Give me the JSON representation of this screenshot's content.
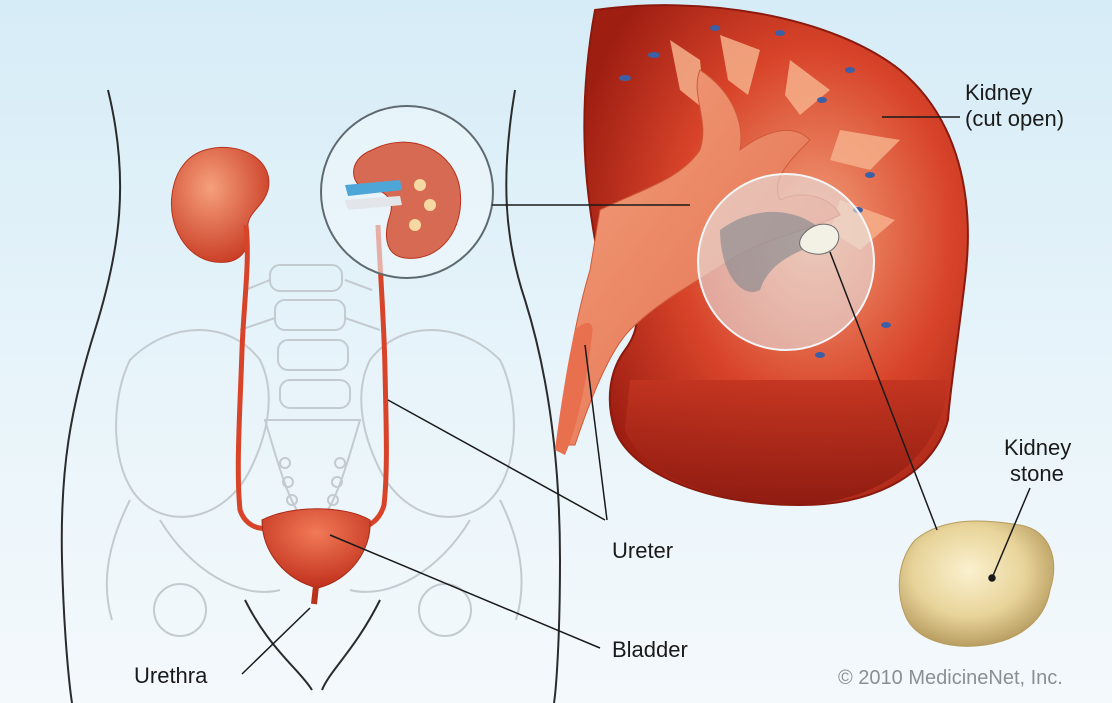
{
  "labels": {
    "kidney_cut_open_line1": "Kidney",
    "kidney_cut_open_line2": "(cut open)",
    "kidney_stone_line1": "Kidney",
    "kidney_stone_line2": "stone",
    "ureter": "Ureter",
    "bladder": "Bladder",
    "urethra": "Urethra"
  },
  "copyright": "© 2010 MedicineNet, Inc.",
  "colors": {
    "organ_red": "#d8442a",
    "organ_light": "#f08a6a",
    "background_top": "#d6ecf7",
    "bone_outline": "#c5cdd2",
    "stone": "#e8d9a6"
  }
}
